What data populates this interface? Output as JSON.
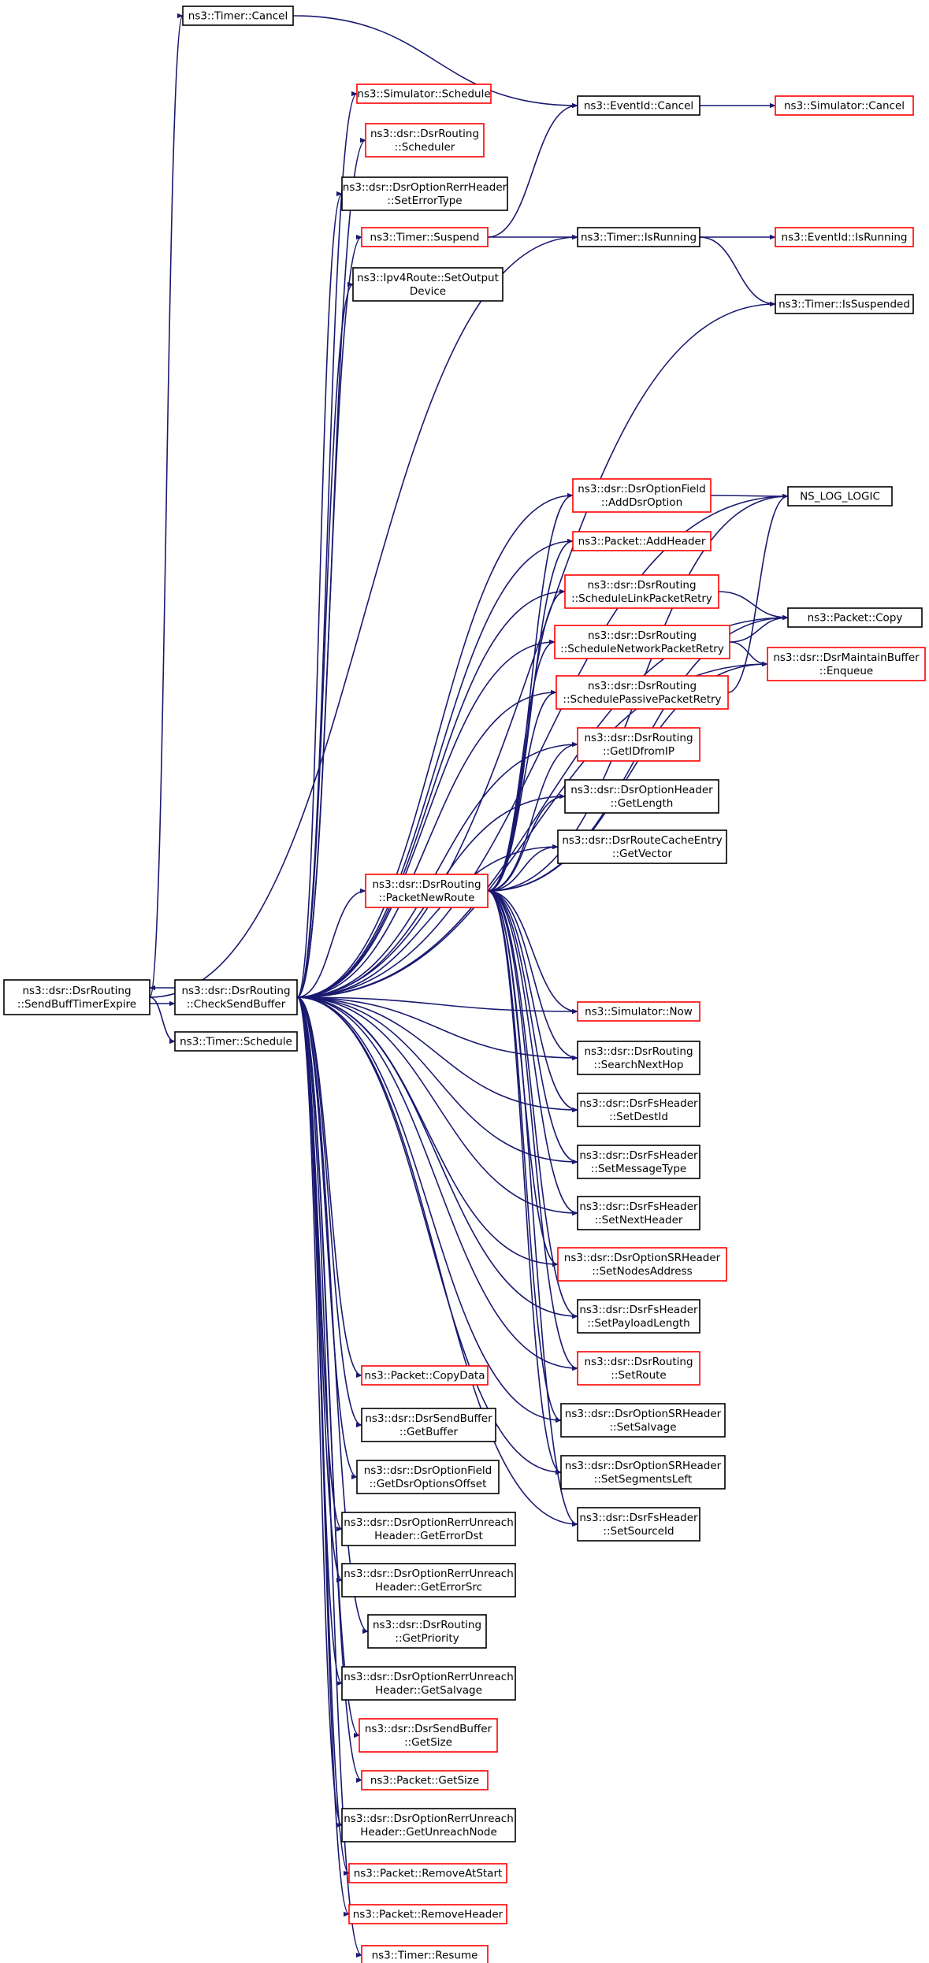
{
  "colors": {
    "edge": "#191970",
    "hasChildren": "#ff0000",
    "leaf": "#000000",
    "root_fill": "#bfbfbf",
    "node_fill": "#ffffff"
  },
  "nodes": [
    {
      "id": "root",
      "kind": "root",
      "lines": [
        "ns3::dsr::DsrRouting",
        "::SendBuffTimerExpire"
      ]
    },
    {
      "id": "checksend",
      "kind": "leaf",
      "lines": [
        "ns3::dsr::DsrRouting",
        "::CheckSendBuffer"
      ]
    },
    {
      "id": "timersched",
      "kind": "leaf",
      "lines": [
        "ns3::Timer::Schedule"
      ]
    },
    {
      "id": "timercancel",
      "kind": "leaf",
      "lines": [
        "ns3::Timer::Cancel"
      ]
    },
    {
      "id": "simschedule",
      "kind": "red",
      "lines": [
        "ns3::Simulator::Schedule"
      ]
    },
    {
      "id": "scheduler",
      "kind": "red",
      "lines": [
        "ns3::dsr::DsrRouting",
        "::Scheduler"
      ]
    },
    {
      "id": "seterrortype",
      "kind": "leaf",
      "lines": [
        "ns3::dsr::DsrOptionRerrHeader",
        "::SetErrorType"
      ]
    },
    {
      "id": "timersuspend",
      "kind": "red",
      "lines": [
        "ns3::Timer::Suspend"
      ]
    },
    {
      "id": "setoutput",
      "kind": "leaf",
      "lines": [
        "ns3::Ipv4Route::SetOutput",
        "Device"
      ]
    },
    {
      "id": "eventcancel",
      "kind": "leaf",
      "lines": [
        "ns3::EventId::Cancel"
      ]
    },
    {
      "id": "simcancel",
      "kind": "red",
      "lines": [
        "ns3::Simulator::Cancel"
      ]
    },
    {
      "id": "isrunning",
      "kind": "leaf",
      "lines": [
        "ns3::Timer::IsRunning"
      ]
    },
    {
      "id": "evisrunning",
      "kind": "red",
      "lines": [
        "ns3::EventId::IsRunning"
      ]
    },
    {
      "id": "issuspended",
      "kind": "leaf",
      "lines": [
        "ns3::Timer::IsSuspended"
      ]
    },
    {
      "id": "adddsroption",
      "kind": "red",
      "lines": [
        "ns3::dsr::DsrOptionField",
        "::AddDsrOption"
      ]
    },
    {
      "id": "nslog",
      "kind": "leaf",
      "lines": [
        "NS_LOG_LOGIC"
      ]
    },
    {
      "id": "addheader",
      "kind": "red",
      "lines": [
        "ns3::Packet::AddHeader"
      ]
    },
    {
      "id": "schedlink",
      "kind": "red",
      "lines": [
        "ns3::dsr::DsrRouting",
        "::ScheduleLinkPacketRetry"
      ]
    },
    {
      "id": "packetcopy",
      "kind": "leaf",
      "lines": [
        "ns3::Packet::Copy"
      ]
    },
    {
      "id": "schednet",
      "kind": "red",
      "lines": [
        "ns3::dsr::DsrRouting",
        "::ScheduleNetworkPacketRetry"
      ]
    },
    {
      "id": "enqueue",
      "kind": "red",
      "lines": [
        "ns3::dsr::DsrMaintainBuffer",
        "::Enqueue"
      ]
    },
    {
      "id": "schedpass",
      "kind": "red",
      "lines": [
        "ns3::dsr::DsrRouting",
        "::SchedulePassivePacketRetry"
      ]
    },
    {
      "id": "getidfromip",
      "kind": "red",
      "lines": [
        "ns3::dsr::DsrRouting",
        "::GetIDfromIP"
      ]
    },
    {
      "id": "getlength",
      "kind": "leaf",
      "lines": [
        "ns3::dsr::DsrOptionHeader",
        "::GetLength"
      ]
    },
    {
      "id": "getvector",
      "kind": "leaf",
      "lines": [
        "ns3::dsr::DsrRouteCacheEntry",
        "::GetVector"
      ]
    },
    {
      "id": "packetnewroute",
      "kind": "red",
      "lines": [
        "ns3::dsr::DsrRouting",
        "::PacketNewRoute"
      ]
    },
    {
      "id": "simnow",
      "kind": "red",
      "lines": [
        "ns3::Simulator::Now"
      ]
    },
    {
      "id": "searchnexthop",
      "kind": "leaf",
      "lines": [
        "ns3::dsr::DsrRouting",
        "::SearchNextHop"
      ]
    },
    {
      "id": "setdestid",
      "kind": "leaf",
      "lines": [
        "ns3::dsr::DsrFsHeader",
        "::SetDestId"
      ]
    },
    {
      "id": "setmsgtype",
      "kind": "leaf",
      "lines": [
        "ns3::dsr::DsrFsHeader",
        "::SetMessageType"
      ]
    },
    {
      "id": "setnexthdr",
      "kind": "leaf",
      "lines": [
        "ns3::dsr::DsrFsHeader",
        "::SetNextHeader"
      ]
    },
    {
      "id": "setnodesaddr",
      "kind": "red",
      "lines": [
        "ns3::dsr::DsrOptionSRHeader",
        "::SetNodesAddress"
      ]
    },
    {
      "id": "setpaylen",
      "kind": "leaf",
      "lines": [
        "ns3::dsr::DsrFsHeader",
        "::SetPayloadLength"
      ]
    },
    {
      "id": "setroute",
      "kind": "red",
      "lines": [
        "ns3::dsr::DsrRouting",
        "::SetRoute"
      ]
    },
    {
      "id": "setsalvage",
      "kind": "leaf",
      "lines": [
        "ns3::dsr::DsrOptionSRHeader",
        "::SetSalvage"
      ]
    },
    {
      "id": "setsegleft",
      "kind": "leaf",
      "lines": [
        "ns3::dsr::DsrOptionSRHeader",
        "::SetSegmentsLeft"
      ]
    },
    {
      "id": "setsourceid",
      "kind": "leaf",
      "lines": [
        "ns3::dsr::DsrFsHeader",
        "::SetSourceId"
      ]
    },
    {
      "id": "copydata",
      "kind": "red",
      "lines": [
        "ns3::Packet::CopyData"
      ]
    },
    {
      "id": "getbuffer",
      "kind": "leaf",
      "lines": [
        "ns3::dsr::DsrSendBuffer",
        "::GetBuffer"
      ]
    },
    {
      "id": "getdsroptoff",
      "kind": "leaf",
      "lines": [
        "ns3::dsr::DsrOptionField",
        "::GetDsrOptionsOffset"
      ]
    },
    {
      "id": "geterrdst",
      "kind": "leaf",
      "lines": [
        "ns3::dsr::DsrOptionRerrUnreach",
        "Header::GetErrorDst"
      ]
    },
    {
      "id": "geterrsrc",
      "kind": "leaf",
      "lines": [
        "ns3::dsr::DsrOptionRerrUnreach",
        "Header::GetErrorSrc"
      ]
    },
    {
      "id": "getpriority",
      "kind": "leaf",
      "lines": [
        "ns3::dsr::DsrRouting",
        "::GetPriority"
      ]
    },
    {
      "id": "getsalvage",
      "kind": "leaf",
      "lines": [
        "ns3::dsr::DsrOptionRerrUnreach",
        "Header::GetSalvage"
      ]
    },
    {
      "id": "sbgetsize",
      "kind": "red",
      "lines": [
        "ns3::dsr::DsrSendBuffer",
        "::GetSize"
      ]
    },
    {
      "id": "pktgetsize",
      "kind": "red",
      "lines": [
        "ns3::Packet::GetSize"
      ]
    },
    {
      "id": "getunreach",
      "kind": "leaf",
      "lines": [
        "ns3::dsr::DsrOptionRerrUnreach",
        "Header::GetUnreachNode"
      ]
    },
    {
      "id": "removeatstart",
      "kind": "red",
      "lines": [
        "ns3::Packet::RemoveAtStart"
      ]
    },
    {
      "id": "removeheader",
      "kind": "red",
      "lines": [
        "ns3::Packet::RemoveHeader"
      ]
    },
    {
      "id": "timerresume",
      "kind": "red",
      "lines": [
        "ns3::Timer::Resume"
      ]
    }
  ],
  "edges": [
    [
      "root",
      "checksend"
    ],
    [
      "root",
      "timersched"
    ],
    [
      "root",
      "timercancel"
    ],
    [
      "root",
      "isrunning"
    ],
    [
      "checksend",
      "root"
    ],
    [
      "checksend",
      "simschedule"
    ],
    [
      "checksend",
      "scheduler"
    ],
    [
      "checksend",
      "seterrortype"
    ],
    [
      "checksend",
      "timersuspend"
    ],
    [
      "checksend",
      "setoutput"
    ],
    [
      "checksend",
      "issuspended"
    ],
    [
      "checksend",
      "nslog"
    ],
    [
      "checksend",
      "packetcopy"
    ],
    [
      "checksend",
      "enqueue"
    ],
    [
      "checksend",
      "adddsroption"
    ],
    [
      "checksend",
      "addheader"
    ],
    [
      "checksend",
      "schedlink"
    ],
    [
      "checksend",
      "schednet"
    ],
    [
      "checksend",
      "schedpass"
    ],
    [
      "checksend",
      "getidfromip"
    ],
    [
      "checksend",
      "getlength"
    ],
    [
      "checksend",
      "getvector"
    ],
    [
      "checksend",
      "packetnewroute"
    ],
    [
      "checksend",
      "simnow"
    ],
    [
      "checksend",
      "searchnexthop"
    ],
    [
      "checksend",
      "setdestid"
    ],
    [
      "checksend",
      "setmsgtype"
    ],
    [
      "checksend",
      "setnexthdr"
    ],
    [
      "checksend",
      "setnodesaddr"
    ],
    [
      "checksend",
      "setpaylen"
    ],
    [
      "checksend",
      "setroute"
    ],
    [
      "checksend",
      "setsalvage"
    ],
    [
      "checksend",
      "setsegleft"
    ],
    [
      "checksend",
      "setsourceid"
    ],
    [
      "checksend",
      "copydata"
    ],
    [
      "checksend",
      "getbuffer"
    ],
    [
      "checksend",
      "getdsroptoff"
    ],
    [
      "checksend",
      "geterrdst"
    ],
    [
      "checksend",
      "geterrsrc"
    ],
    [
      "checksend",
      "getpriority"
    ],
    [
      "checksend",
      "getsalvage"
    ],
    [
      "checksend",
      "sbgetsize"
    ],
    [
      "checksend",
      "pktgetsize"
    ],
    [
      "checksend",
      "getunreach"
    ],
    [
      "checksend",
      "removeatstart"
    ],
    [
      "checksend",
      "removeheader"
    ],
    [
      "checksend",
      "timerresume"
    ],
    [
      "timercancel",
      "eventcancel"
    ],
    [
      "eventcancel",
      "simcancel"
    ],
    [
      "timersuspend",
      "eventcancel"
    ],
    [
      "timersuspend",
      "isrunning"
    ],
    [
      "isrunning",
      "evisrunning"
    ],
    [
      "isrunning",
      "issuspended"
    ],
    [
      "adddsroption",
      "nslog"
    ],
    [
      "schedlink",
      "packetcopy"
    ],
    [
      "schednet",
      "packetcopy"
    ],
    [
      "schednet",
      "enqueue"
    ],
    [
      "schedpass",
      "nslog"
    ],
    [
      "packetnewroute",
      "adddsroption"
    ],
    [
      "packetnewroute",
      "addheader"
    ],
    [
      "packetnewroute",
      "schedlink"
    ],
    [
      "packetnewroute",
      "schednet"
    ],
    [
      "packetnewroute",
      "schedpass"
    ],
    [
      "packetnewroute",
      "getidfromip"
    ],
    [
      "packetnewroute",
      "getlength"
    ],
    [
      "packetnewroute",
      "getvector"
    ],
    [
      "packetnewroute",
      "packetcopy"
    ],
    [
      "packetnewroute",
      "nslog"
    ],
    [
      "packetnewroute",
      "enqueue"
    ],
    [
      "packetnewroute",
      "simnow"
    ],
    [
      "packetnewroute",
      "searchnexthop"
    ],
    [
      "packetnewroute",
      "setdestid"
    ],
    [
      "packetnewroute",
      "setmsgtype"
    ],
    [
      "packetnewroute",
      "setnexthdr"
    ],
    [
      "packetnewroute",
      "setnodesaddr"
    ],
    [
      "packetnewroute",
      "setpaylen"
    ],
    [
      "packetnewroute",
      "setroute"
    ],
    [
      "packetnewroute",
      "setsalvage"
    ],
    [
      "packetnewroute",
      "setsegleft"
    ],
    [
      "packetnewroute",
      "setsourceid"
    ]
  ]
}
